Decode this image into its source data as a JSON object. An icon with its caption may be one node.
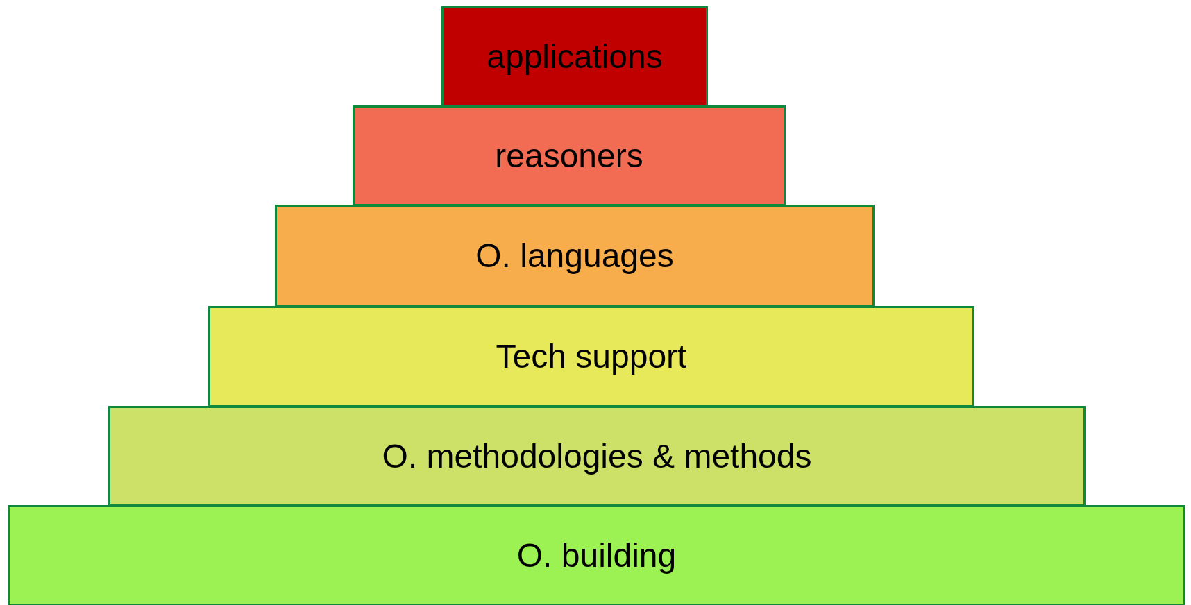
{
  "diagram": {
    "nodes": [
      {
        "text": [
          "applications"
        ]
      },
      {
        "text": [
          "reasoners"
        ]
      },
      {
        "text": [
          "O. languages"
        ]
      },
      {
        "text": [
          "Tech support"
        ]
      },
      {
        "text": [
          "O. methodologies & methods"
        ]
      },
      {
        "text": [
          "O. building"
        ]
      }
    ]
  }
}
